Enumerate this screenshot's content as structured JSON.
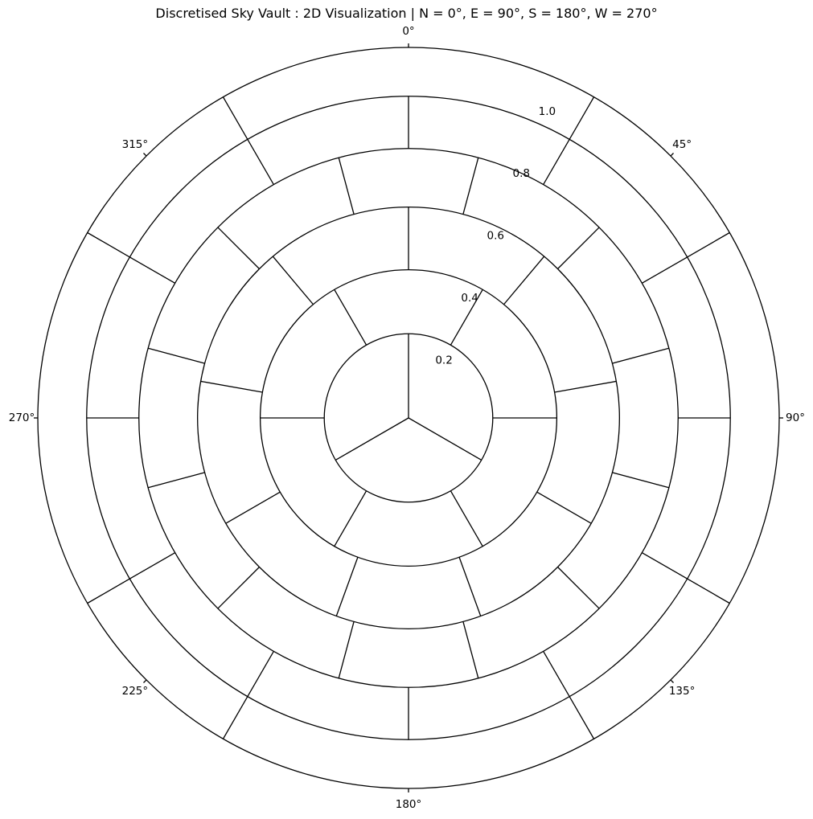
{
  "title": "Discretised Sky Vault : 2D Visualization | N = 0°, E = 90°, S = 180°, W = 270°",
  "chart_data": {
    "type": "polar",
    "azimuth_ticks": [
      {
        "angle": 0,
        "label": "0°"
      },
      {
        "angle": 45,
        "label": "45°"
      },
      {
        "angle": 90,
        "label": "90°"
      },
      {
        "angle": 135,
        "label": "135°"
      },
      {
        "angle": 180,
        "label": "180°"
      },
      {
        "angle": 225,
        "label": "225°"
      },
      {
        "angle": 270,
        "label": "270°"
      },
      {
        "angle": 315,
        "label": "315°"
      }
    ],
    "radial_ticks": [
      {
        "value": 0.2,
        "label": "0.2"
      },
      {
        "value": 0.4,
        "label": "0.4"
      },
      {
        "value": 0.6,
        "label": "0.6"
      },
      {
        "value": 0.8,
        "label": "0.8"
      },
      {
        "value": 1.0,
        "label": "1.0"
      }
    ],
    "rmax": 1.1,
    "annuli": [
      {
        "r_inner": 0.0,
        "r_outer": 0.25,
        "segments": 3,
        "boundary_angles": [
          0,
          120,
          240
        ]
      },
      {
        "r_inner": 0.25,
        "r_outer": 0.44,
        "segments": 6,
        "boundary_angles": [
          30,
          90,
          150,
          210,
          270,
          330
        ]
      },
      {
        "r_inner": 0.44,
        "r_outer": 0.626,
        "segments": 9,
        "boundary_angles": [
          0,
          40,
          80,
          120,
          160,
          200,
          240,
          280,
          320
        ]
      },
      {
        "r_inner": 0.626,
        "r_outer": 0.8,
        "segments": 12,
        "boundary_angles": [
          15,
          45,
          75,
          105,
          135,
          165,
          195,
          225,
          255,
          285,
          315,
          345
        ]
      },
      {
        "r_inner": 0.8,
        "r_outer": 0.955,
        "segments": 12,
        "boundary_angles": [
          0,
          30,
          60,
          90,
          120,
          150,
          180,
          210,
          240,
          270,
          300,
          330
        ]
      },
      {
        "r_inner": 0.955,
        "r_outer": 1.1,
        "segments": 8,
        "boundary_angles": [
          30,
          60,
          120,
          150,
          210,
          240,
          300,
          330
        ]
      }
    ],
    "grid": false,
    "direction": "clockwise",
    "zero_location": "N"
  }
}
